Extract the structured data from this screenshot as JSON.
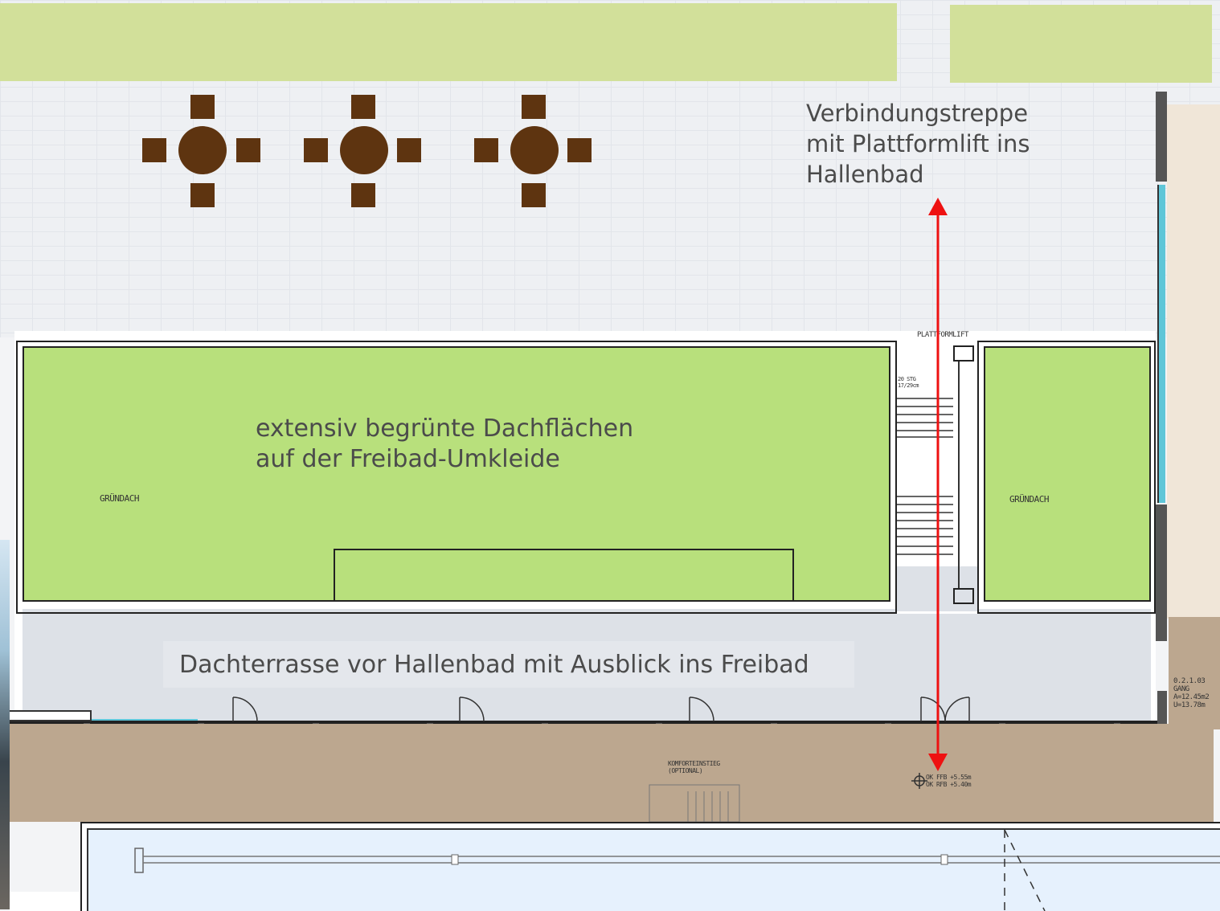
{
  "labels": {
    "stair_caption": [
      "Verbindungstreppe",
      "mit Plattformlift ins",
      "Hallenbad"
    ],
    "roof_caption": [
      "extensiv begrünte Dachflächen",
      "auf der Freibad-Umkleide"
    ],
    "terrace_caption": "Dachterrasse vor Hallenbad mit Ausblick ins Freibad"
  },
  "plan_text": {
    "platformlift": "PLATTFORMLIFT",
    "gruendach_left": "GRÜNDACH",
    "gruendach_right": "GRÜNDACH",
    "stair_note": [
      "20 STG",
      "17/29cm"
    ],
    "room_code": "0.2.1.03",
    "room_name": "GANG",
    "room_area": "A=12.45m2",
    "room_perimeter": "U=13.78m",
    "komfort": [
      "KOMFORTEINSTIEG",
      "(OPTIONAL)"
    ],
    "levels": [
      "OK FFB +5.55m",
      "OK RFB +5.40m"
    ]
  },
  "colors": {
    "header": "#d2e09a",
    "green_roof": "#b8e07c",
    "terrace": "#dde1e7",
    "corridor": "#bca78f",
    "pool": "#e6f1fd",
    "furniture": "#5e3410",
    "arrow": "#ee1111"
  },
  "icons": [
    "round-table-with-chairs-icon",
    "double-headed-arrow-icon",
    "level-marker-icon"
  ]
}
